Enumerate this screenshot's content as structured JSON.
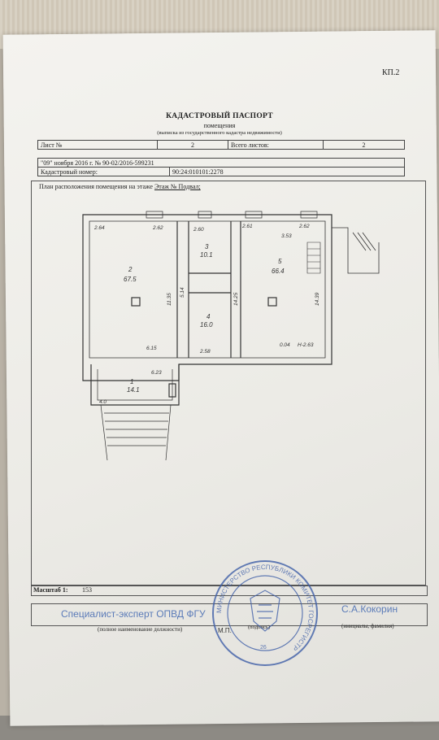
{
  "header": {
    "code": "КП.2",
    "title": "КАДАСТРОВЫЙ ПАСПОРТ",
    "subtitle": "помещения",
    "note": "(выписка из государственного кадастра недвижимости)"
  },
  "sheet_info": {
    "sheet_label": "Лист №",
    "sheet_value": "2",
    "total_label": "Всего листов:",
    "total_value": "2"
  },
  "record": {
    "date_number": "\"09\" ноября 2016 г. № 90-02/2016-599231",
    "cadastral_label": "Кадастровый номер:",
    "cadastral_value": "90:24:010101:2278"
  },
  "plan": {
    "label": "План расположения помещения на этаже",
    "floor": "Этаж № Подвал;",
    "rooms": [
      {
        "no": "2",
        "area": "67.5"
      },
      {
        "no": "3",
        "area": "10.1"
      },
      {
        "no": "4",
        "area": "16.0"
      },
      {
        "no": "5",
        "area": "66.4"
      },
      {
        "no": "1",
        "area": "14.1"
      }
    ],
    "dimensions": [
      "2.64",
      "2.62",
      "2.60",
      "2.62",
      "2.61",
      "11.35",
      "5.14",
      "6.15",
      "2.58",
      "14.25",
      "14.39",
      "0.04",
      "H-2.63",
      "3.53",
      "6.23",
      "4.0"
    ]
  },
  "scale": {
    "label": "Масштаб 1:",
    "value": "153"
  },
  "signature": {
    "position_handwritten": "Специалист-эксперт ОПВД ФГУ",
    "name_handwritten": "С.А.Кокорин",
    "position_caption": "(полное наименование должности)",
    "signature_caption": "(подпись)",
    "name_caption": "(инициалы, фамилия)",
    "mp": "М.П."
  },
  "stamp": {
    "ring_text": "МИНИСТЕРСТВО РЕСПУБЛИКИ КОМИТЕТ ГОСРЕГИСТР",
    "center_number": "26"
  }
}
